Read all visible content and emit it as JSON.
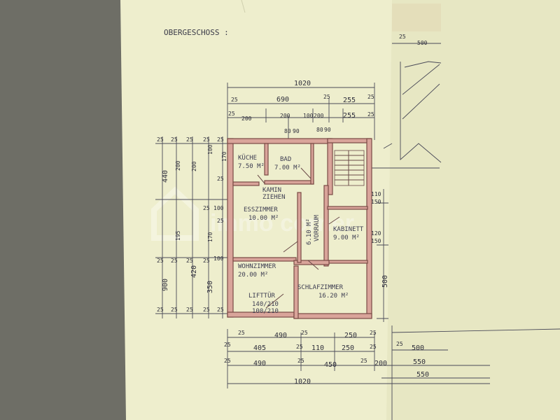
{
  "title": "OBERGESCHOSS :",
  "rooms": {
    "kueche": {
      "name": "KÜCHE",
      "area": "7.50 M²"
    },
    "bad": {
      "name": "BAD",
      "area": "7.00 M²"
    },
    "kamin": {
      "line1": "KAMIN",
      "line2": "ZIEHEN"
    },
    "esszimmer": {
      "name": "ESSZIMMER",
      "area": "10.00 M²"
    },
    "vorraum": {
      "name": "VORRAUM",
      "area": "6.10 M²"
    },
    "kabinett": {
      "name": "KABINETT",
      "area": "9.00 M²"
    },
    "wohnzimmer": {
      "name": "WOHNZIMMER",
      "area": "20.00 M²"
    },
    "schlafzimmer": {
      "name": "SCHLAFZIMMER",
      "area": "16.20 M²"
    },
    "lift": {
      "line1": "LIFTTÜR",
      "line2": "140/210",
      "line3": "100/210"
    }
  },
  "top_dims": {
    "total": "1020",
    "row2": [
      "25",
      "690",
      "25",
      "255",
      "25"
    ],
    "row3": [
      "25",
      "200",
      "200",
      "100",
      "200",
      "255",
      "25"
    ],
    "small": [
      "80",
      "90",
      "80",
      "90"
    ]
  },
  "left_dims": {
    "col1": [
      "25",
      "440",
      "25",
      "900",
      "25"
    ],
    "col2": [
      "25",
      "200",
      "25",
      "195",
      "25"
    ],
    "col3": [
      "25",
      "200",
      "25",
      "420",
      "25"
    ],
    "col4": [
      "25",
      "100",
      "25",
      "170",
      "25",
      "350",
      "25"
    ],
    "col5": [
      "25",
      "170",
      "25",
      "100",
      "25",
      "100",
      "25"
    ]
  },
  "bottom_dims": {
    "row1": [
      "25",
      "490",
      "25",
      "250",
      "25"
    ],
    "row2": [
      "25",
      "405",
      "25",
      "110",
      "250",
      "25"
    ],
    "row3": [
      "25",
      "490",
      "25",
      "450",
      "25",
      "200",
      "550"
    ],
    "total": "1020",
    "right": [
      "25",
      "500",
      "550"
    ]
  },
  "right_dims": [
    "110",
    "150",
    "120",
    "150",
    "500"
  ],
  "corner_dims": [
    "25",
    "500"
  ],
  "watermark": "immo corner",
  "colors": {
    "paper": "#efefcf",
    "wall": "#d9a49a",
    "ink": "#3a3a48"
  }
}
